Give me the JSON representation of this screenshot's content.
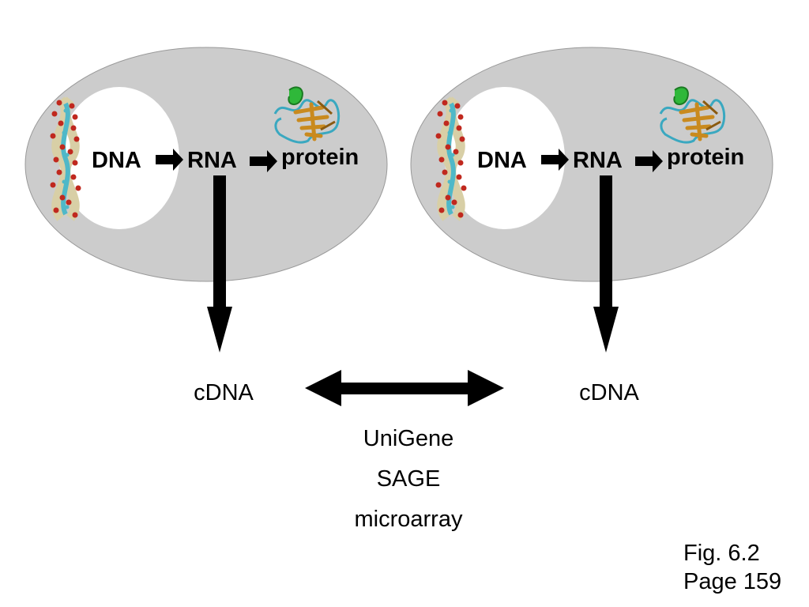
{
  "cells": [
    {
      "dna_label": "DNA",
      "rna_label": "RNA",
      "protein_label": "protein",
      "cdna_label": "cDNA"
    },
    {
      "dna_label": "DNA",
      "rna_label": "RNA",
      "protein_label": "protein",
      "cdna_label": "cDNA"
    }
  ],
  "methods": [
    "UniGene",
    "SAGE",
    "microarray"
  ],
  "caption": {
    "figure": "Fig. 6.2",
    "page": "Page 159"
  },
  "colors": {
    "cytoplasm": "#cccccc",
    "nucleus": "#ffffff",
    "arrow": "#000000",
    "dna_red": "#c0281e",
    "dna_tan": "#d8cfa6",
    "dna_cyan": "#4fb8c8",
    "protein_green": "#2fb83a",
    "protein_orange": "#c98a1e",
    "protein_cyan": "#3aa8c0"
  }
}
